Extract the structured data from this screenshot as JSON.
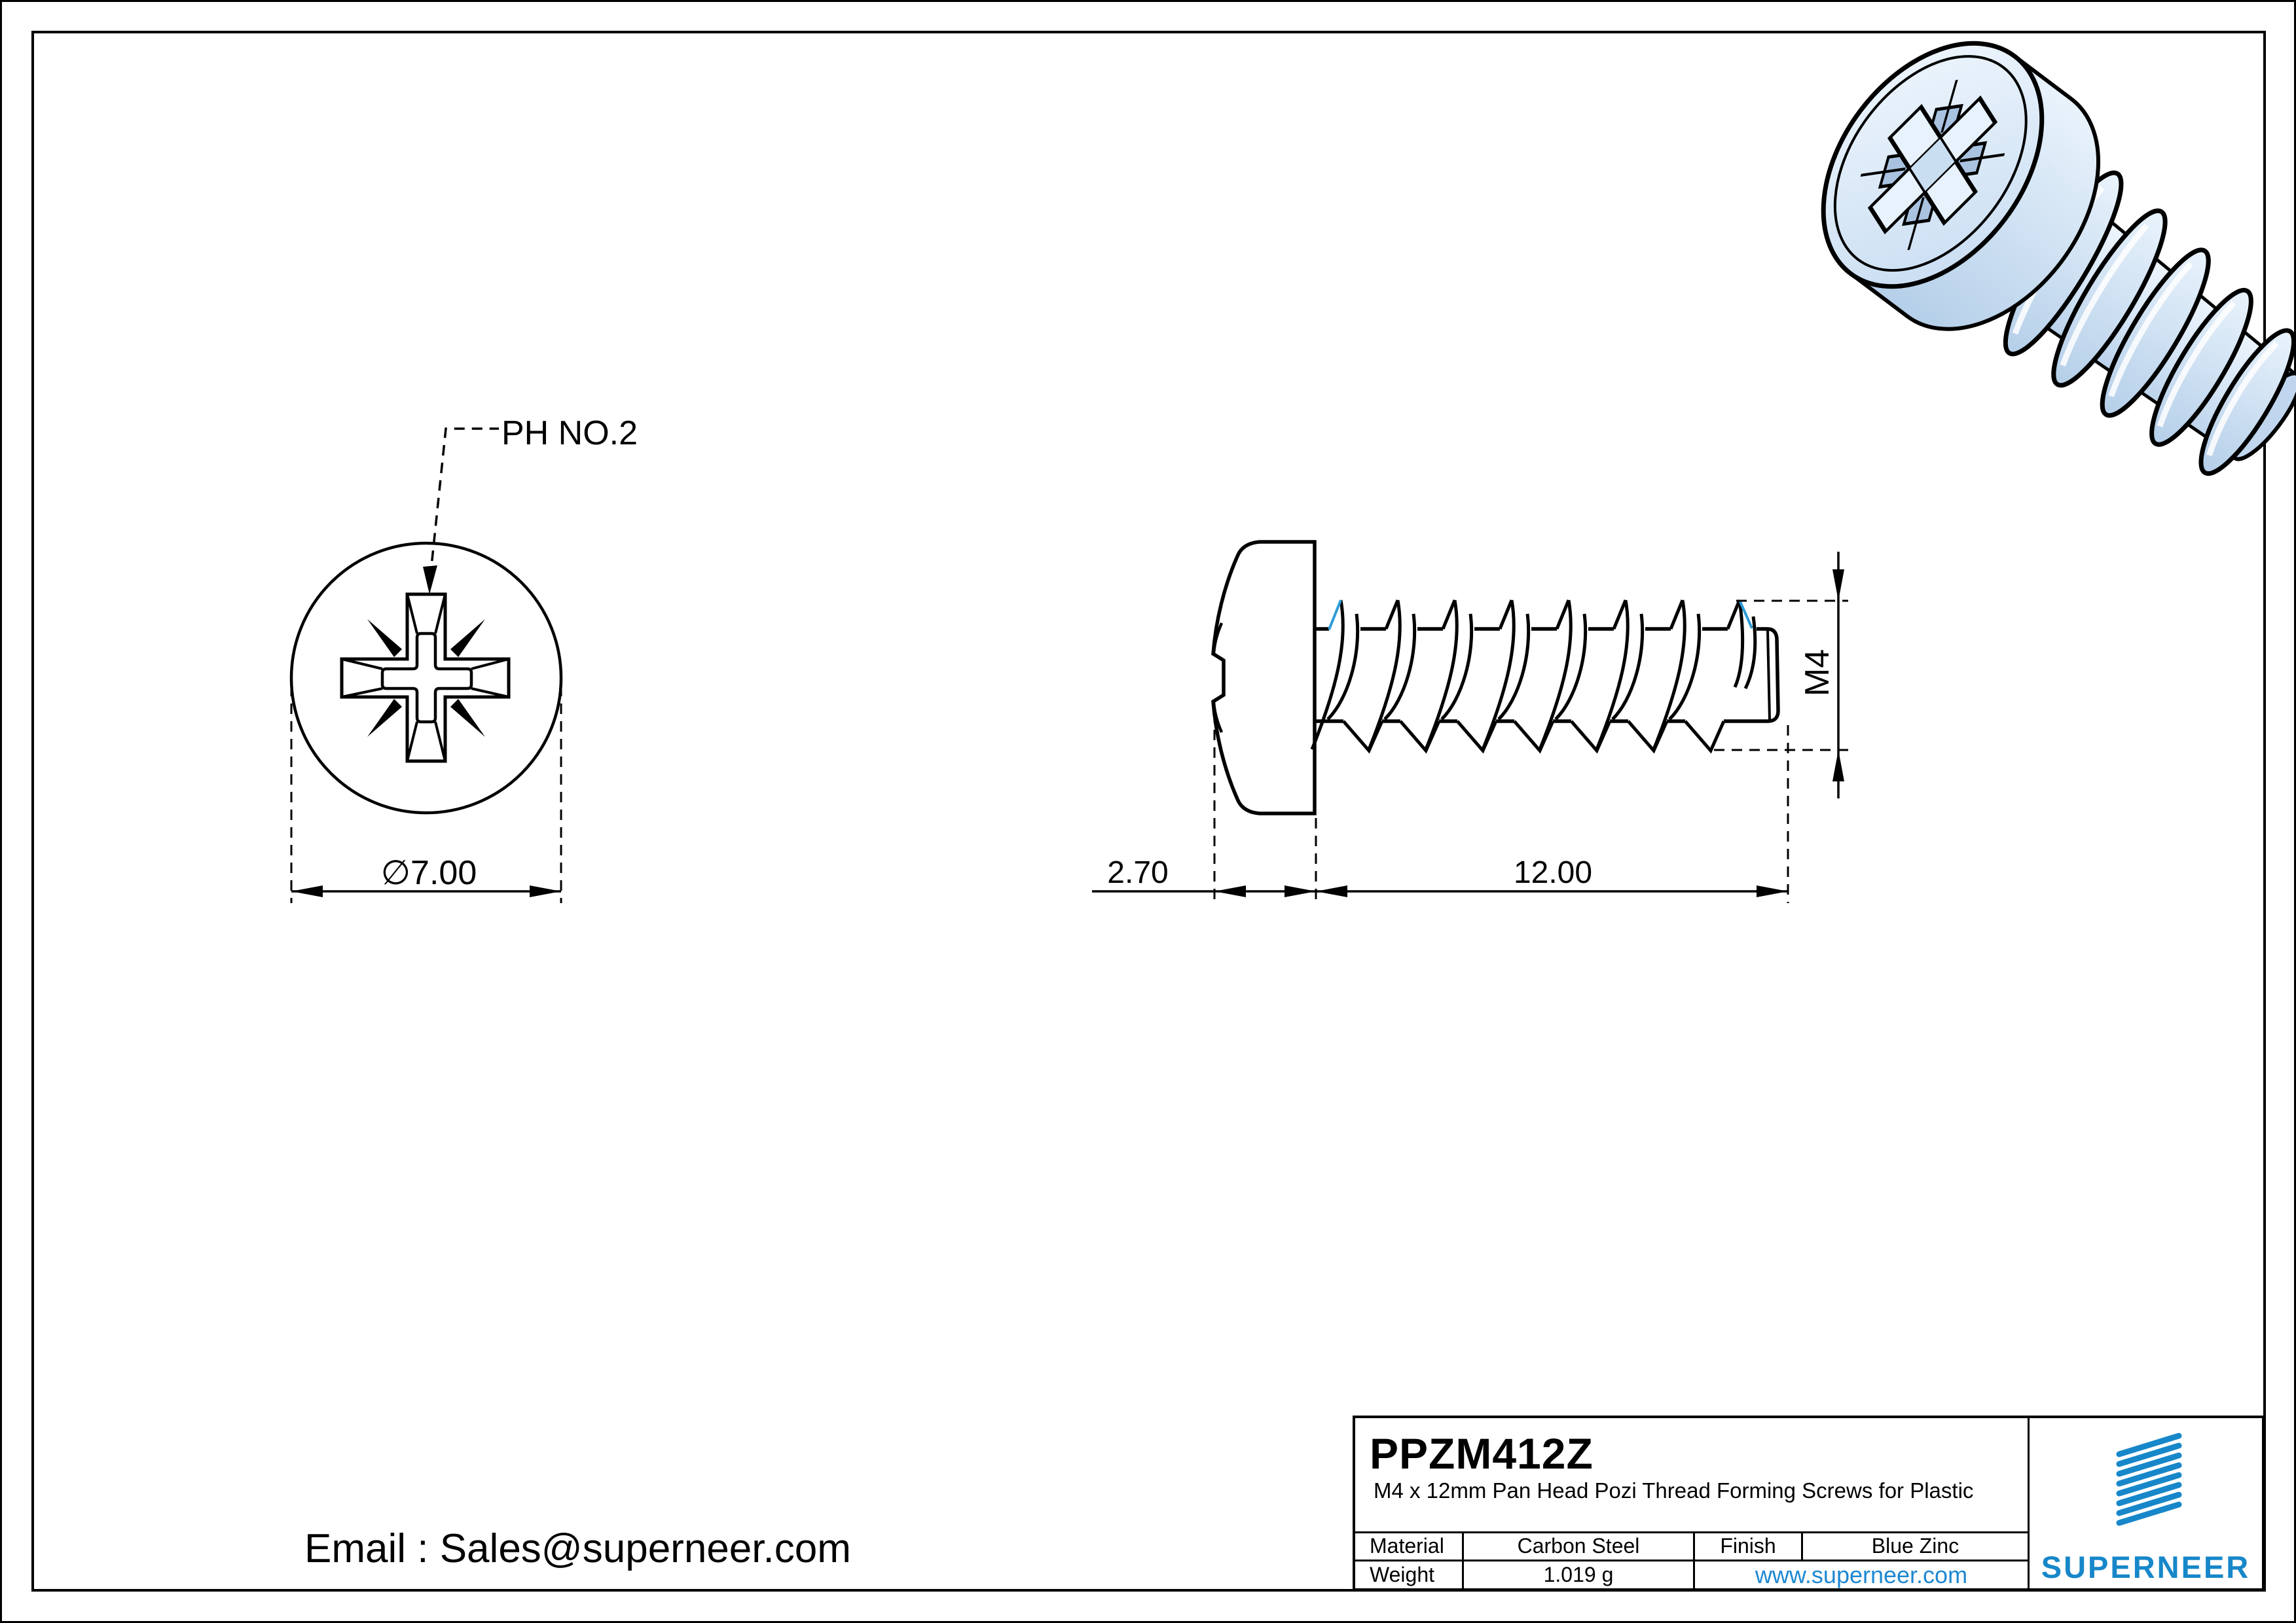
{
  "views": {
    "front": {
      "drive_label": "PH NO.2",
      "diameter_label": "∅7.00"
    },
    "side": {
      "head_height_label": "2.70",
      "length_label": "12.00",
      "thread_size_label": "M4"
    },
    "screw_3d": "pan-head-pozi-screw-render"
  },
  "contact": {
    "email_line": "Email : Sales@superneer.com"
  },
  "title_block": {
    "part_number": "PPZM412Z",
    "description": "M4 x 12mm Pan Head Pozi Thread Forming Screws for Plastic",
    "material_label": "Material",
    "material_value": "Carbon Steel",
    "finish_label": "Finish",
    "finish_value": "Blue Zinc",
    "weight_label": "Weight",
    "weight_value": "1.019 g",
    "website": "www.superneer.com",
    "brand": "SUPERNEER"
  },
  "colors": {
    "brand_blue": "#1787c9",
    "link_blue": "#1e88d2",
    "thread_accent_blue": "#2e9bd6",
    "steel_light": "#dcebf9",
    "steel_mid": "#c2d8ef",
    "line_black": "#000000"
  }
}
